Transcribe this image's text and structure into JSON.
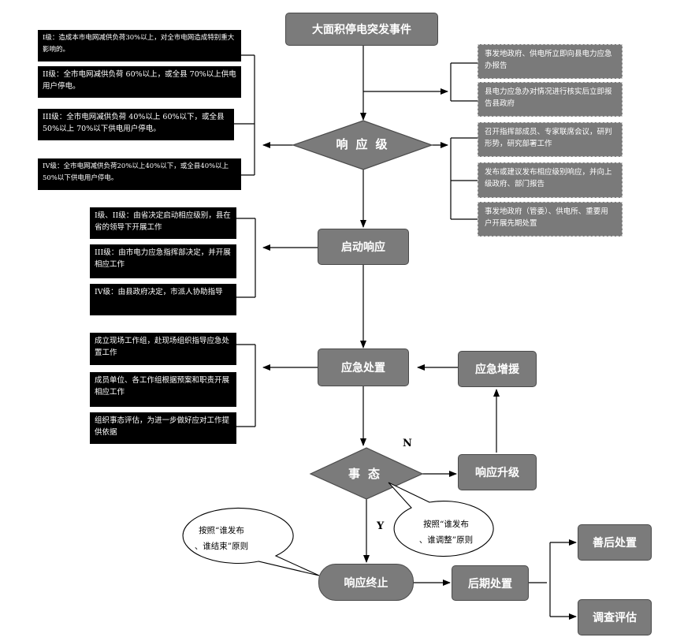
{
  "nodes": {
    "start": "大面积停电突发事件",
    "response_level": "响应级",
    "start_response": "启动响应",
    "emergency_handling": "应急处置",
    "emergency_reinforce": "应急增援",
    "decision": "事态",
    "upgrade": "响应升级",
    "terminate": "响应终止",
    "post": "后期处置",
    "aftermath": "善后处置",
    "investigation": "调查评估"
  },
  "level_boxes": [
    "I级：造成本市电网减供负荷30%以上，对全市电网造成特别重大影响的。",
    "II级：全市电网减供负荷 60%以上，或全县 70%以上供电用户停电。",
    "III级：全市电网减供负荷 40%以上 60%以下，或全县 50%以上 70%以下供电用户停电。",
    "IV级：全市电网减供负荷20%以上40%以下，或全县40%以上50%以下供电用户停电。"
  ],
  "report_boxes": [
    "事发地政府、供电所立即向县电力应急办报告",
    "县电力应急办对情况进行核实后立即报告县政府"
  ],
  "response_actions": [
    "召开指挥部成员、专家联席会议，研判形势，研究部署工作",
    "发布或建议发布相应级别响应，并向上级政府、部门报告",
    "事发地政府（管委）、供电所、重要用户开展先期处置"
  ],
  "start_boxes": [
    "I级、II级：由省决定启动相应级别，县在省的领导下开展工作",
    "III级：由市电力应急指挥部决定，并开展相应工作",
    "IV级：由县政府决定，市派人协助指导"
  ],
  "handling_boxes": [
    "成立现场工作组，赴现场组织指导应急处置工作",
    "成员单位、各工作组根据预案和职责开展相应工作",
    "组织事态评估，为进一步做好应对工作提供依据"
  ],
  "labels": {
    "n": "N",
    "y": "Y"
  },
  "callouts": {
    "left": [
      "按照“谁发布",
      "、谁结束”原则"
    ],
    "right": [
      "按照“谁发布",
      "、谁调整”原则"
    ]
  }
}
